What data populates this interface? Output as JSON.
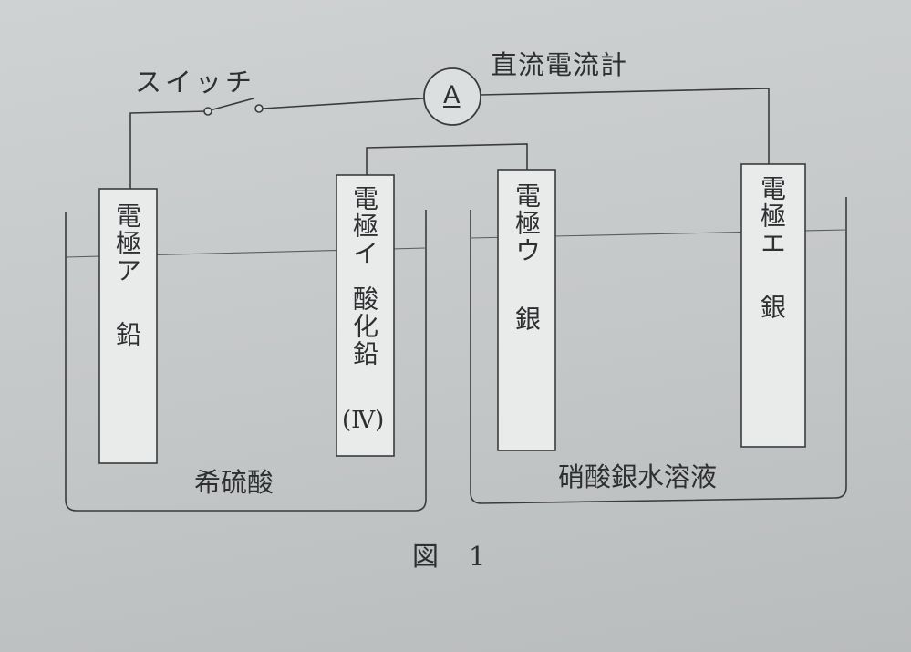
{
  "labels": {
    "switch": "スイッチ",
    "ammeter_name": "直流電流計",
    "ammeter_symbol": "A",
    "left_solution": "希硫酸",
    "right_solution": "硝酸銀水溶液",
    "figure_caption": "図　1"
  },
  "electrodes": [
    {
      "name": "電極ア",
      "material": "鉛"
    },
    {
      "name": "電極イ",
      "material": "酸化鉛",
      "suffix": "(Ⅳ)"
    },
    {
      "name": "電極ウ",
      "material": "銀"
    },
    {
      "name": "電極エ",
      "material": "銀"
    }
  ]
}
